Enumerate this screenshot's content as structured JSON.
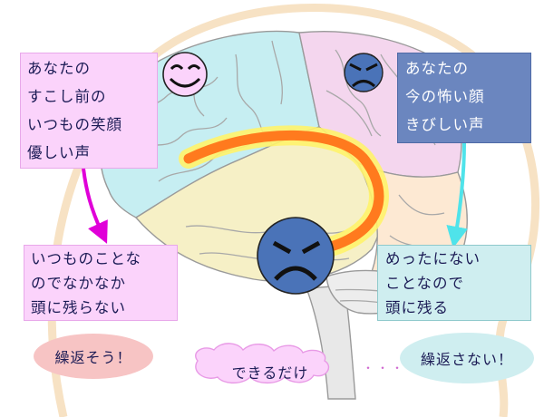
{
  "boxes": {
    "top_left": "あなたの\nすこし前の\nいつもの笑顔\n優しい声",
    "top_right": "あなたの\n今の怖い顔\nきびしい声",
    "bottom_left": "いつものことな\nのでなかなか\n頭に残らない",
    "bottom_right": "めったにない\nことなので\n頭に残る"
  },
  "labels": {
    "repeat": "繰返そう！",
    "as_much": "できるだけ",
    "dots": "・・・",
    "dont_repeat": "繰返さない！"
  },
  "colors": {
    "pink_box": "#fbd3fb",
    "blue_box": "#6b86bf",
    "cyan_box": "#cfeef0",
    "magenta_arrow": "#e000d8",
    "cyan_arrow": "#4fe3ea",
    "orange_path": "#ff7a1e",
    "face_blue": "#4a73b8",
    "smile_pink": "#fbd3fb"
  },
  "icons": [
    "smiling-face-icon",
    "angry-face-icon",
    "angry-face-large-icon"
  ]
}
